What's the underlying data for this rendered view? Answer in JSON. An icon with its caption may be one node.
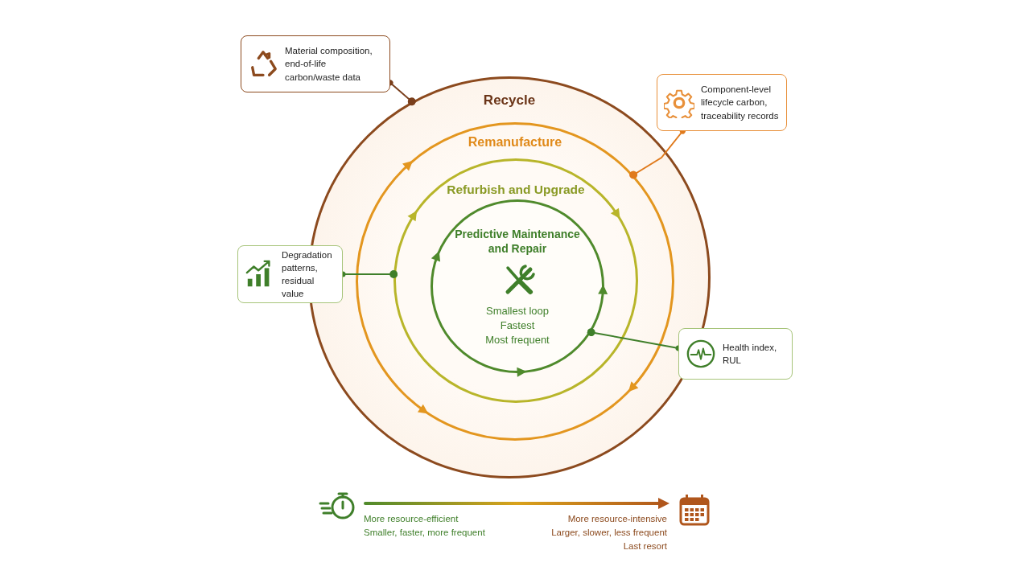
{
  "diagram": {
    "nodes": [
      {
        "text": [
          "Recycle"
        ]
      },
      {
        "text": [
          "Remanufacture"
        ],
        "in": 0
      },
      {
        "text": [
          "Refurbish and Upgrade"
        ],
        "in": 1
      },
      {
        "text": [
          "Predictive Maintenance and Repair",
          "Smallest loop",
          "Fastest",
          "Most frequent"
        ],
        "in": 2
      },
      {
        "text": [
          "Material composition, end-of-life carbon/waste data"
        ]
      },
      {
        "text": [
          "Component-level lifecycle carbon, traceability records"
        ]
      },
      {
        "text": [
          "Degradation patterns, residual value"
        ]
      },
      {
        "text": [
          "Health index, RUL"
        ]
      }
    ],
    "edges": [
      {
        "from": 4,
        "to": 0,
        "arrow": "other",
        "color": "#7a3f1c"
      },
      {
        "from": 5,
        "to": 1,
        "arrow": "other",
        "color": "#e07a1c"
      },
      {
        "from": 6,
        "to": 2,
        "arrow": "other",
        "color": "#3f7f2a"
      },
      {
        "from": 7,
        "to": 3,
        "arrow": "other",
        "color": "#3f7f2a"
      }
    ],
    "labels": [
      "More resource-efficient",
      "Smaller, faster, more frequent",
      "More resource-intensive",
      "Larger, slower, less frequent",
      "Last resort"
    ]
  }
}
